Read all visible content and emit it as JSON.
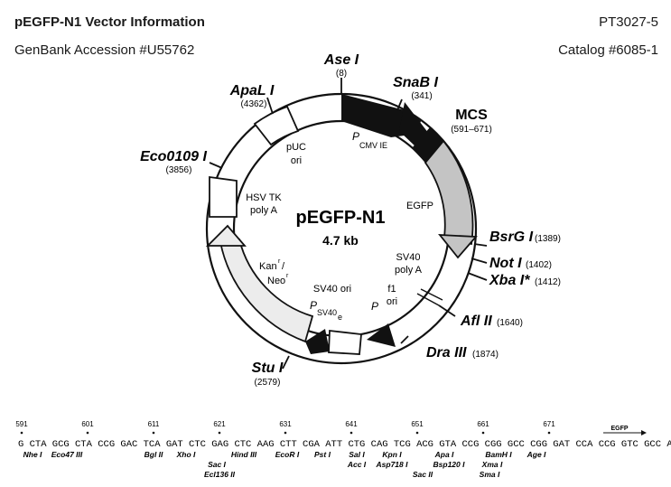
{
  "header": {
    "title": "pEGFP-N1 Vector Information",
    "accession": "GenBank Accession #U55762",
    "doc_id": "PT3027-5",
    "catalog": "Catalog #6085-1"
  },
  "plasmid": {
    "name": "pEGFP-N1",
    "size": "4.7 kb"
  },
  "sites": {
    "ase": {
      "name": "Ase I",
      "pos": "(8)"
    },
    "snab": {
      "name": "SnaB I",
      "pos": "(341)"
    },
    "mcs": {
      "name": "MCS",
      "pos": "(591–671)"
    },
    "apal": {
      "name": "ApaL I",
      "pos": "(4362)"
    },
    "eco0109": {
      "name": "Eco0109 I",
      "pos": "(3856)"
    },
    "bsrg": {
      "name": "BsrG I",
      "pos": "(1389)"
    },
    "not": {
      "name": "Not I",
      "pos": "(1402)"
    },
    "xba": {
      "name": "Xba I*",
      "pos": "(1412)"
    },
    "afl": {
      "name": "Afl II",
      "pos": "(1640)"
    },
    "dra": {
      "name": "Dra III",
      "pos": "(1874)"
    },
    "stu": {
      "name": "Stu I",
      "pos": "(2579)"
    }
  },
  "features": {
    "pcmv_p": "P",
    "pcmv_sub": "CMV IE",
    "egfp": "EGFP",
    "sv40pa_1": "SV40",
    "sv40pa_2": "poly A",
    "f1_1": "f1",
    "f1_2": "ori",
    "p_lone": "P",
    "sv40ori": "SV40 ori",
    "psv40_p": "P",
    "psv40_sub": "SV40",
    "psv40_e": "e",
    "kan": "Kan",
    "kan_sup": "r",
    "neo": "Neo",
    "neo_sup": "r",
    "hsv_1": "HSV TK",
    "hsv_2": "poly A",
    "puc_1": "pUC",
    "puc_2": "ori"
  },
  "mcs_detail": {
    "numbers": [
      "591",
      "601",
      "611",
      "621",
      "631",
      "641",
      "651",
      "661",
      "671"
    ],
    "sequence": "G CTA GCG CTA CCG GAC TCA GAT CTC GAG CTC AAG CTT CGA ATT CTG CAG TCG ACG GTA CCG CGG GCC CGG GAT CCA CCG GTC GCC ACC ATG GTG",
    "egfp_label": "EGFP",
    "enzymes_row1": [
      "Nhe I",
      "Eco47 III",
      "Bgl II",
      "Xho I",
      "Hind III",
      "EcoR I",
      "Pst I",
      "Sal I",
      "Kpn I",
      "Apa I",
      "BamH I",
      "Age I"
    ],
    "enzymes_row2": [
      "Sac I",
      "Acc I",
      "Asp718 I",
      "Bsp120 I",
      "Xma I"
    ],
    "enzymes_row3": [
      "Ecl136 II",
      "Sac II",
      "Sma I"
    ]
  }
}
